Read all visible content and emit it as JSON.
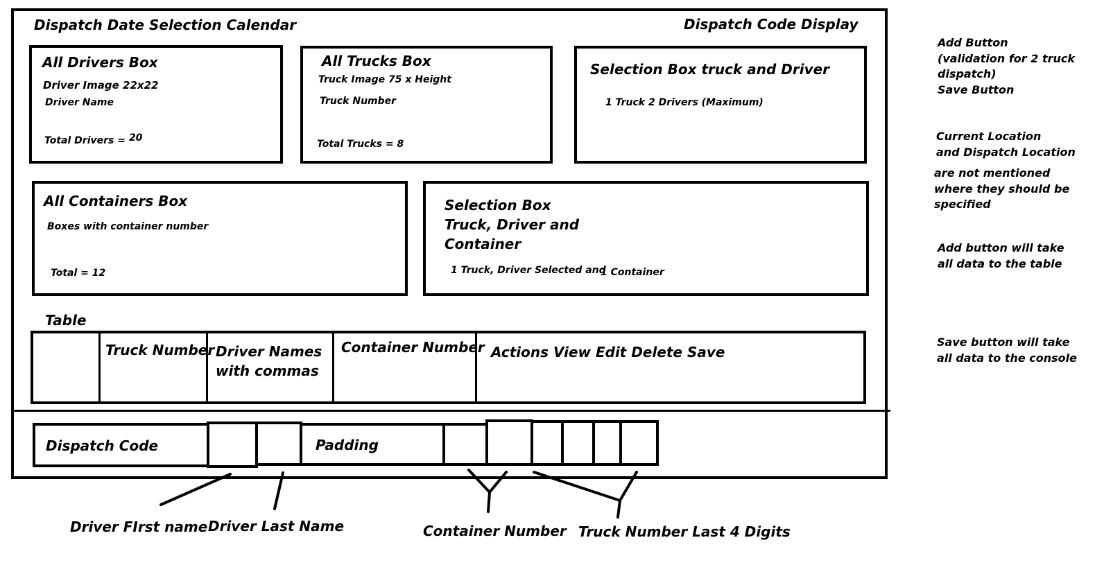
{
  "header": {
    "date_calendar": "Dispatch Date Selection  Calendar",
    "code_display": "Dispatch Code Display"
  },
  "drivers_box": {
    "title": "All Drivers Box",
    "image_note": "Driver Image 22x22",
    "name_note": "Driver Name",
    "total_label": "Total Drivers =",
    "total_value": "20"
  },
  "trucks_box": {
    "title": "All Trucks Box",
    "image_note": "Truck Image 75 x Height",
    "number_note": "Truck Number",
    "total": "Total Trucks = 8"
  },
  "selection_truck_driver": {
    "title": "Selection Box truck and Driver",
    "note": "1 Truck 2 Drivers (Maximum)"
  },
  "containers_box": {
    "title": "All Containers Box",
    "note": "Boxes with container number",
    "total": "Total = 12"
  },
  "selection_all": {
    "title_1": "Selection Box",
    "title_2": "Truck, Driver and",
    "title_3": "Container",
    "note_a": "1 Truck, Driver Selected and",
    "note_b": "1 Container"
  },
  "table": {
    "label": "Table",
    "columns": [
      "",
      "Truck Number",
      "Driver Names\nwith commas",
      "Container Number",
      "Actions View Edit Delete Save"
    ]
  },
  "dispatch_code": {
    "label": "Dispatch Code",
    "padding_label": "Padding"
  },
  "annotations": {
    "driver_first": "Driver FIrst name",
    "driver_last": "Driver Last Name",
    "container_number": "Container Number",
    "truck_last4": "Truck Number Last 4 Digits"
  },
  "side_notes": {
    "add_button_1": "Add Button",
    "add_button_2": "(validation for 2 truck",
    "add_button_3": "dispatch)",
    "save_button": "Save Button",
    "location_1": "Current Location",
    "location_2": "and Dispatch Location",
    "location_3": "are not mentioned",
    "location_4": "where they should be",
    "location_5": "specified",
    "add_take_1": "Add button will take",
    "add_take_2": "all data to the table",
    "save_take_1": "Save button will take",
    "save_take_2": "all data to the console"
  }
}
